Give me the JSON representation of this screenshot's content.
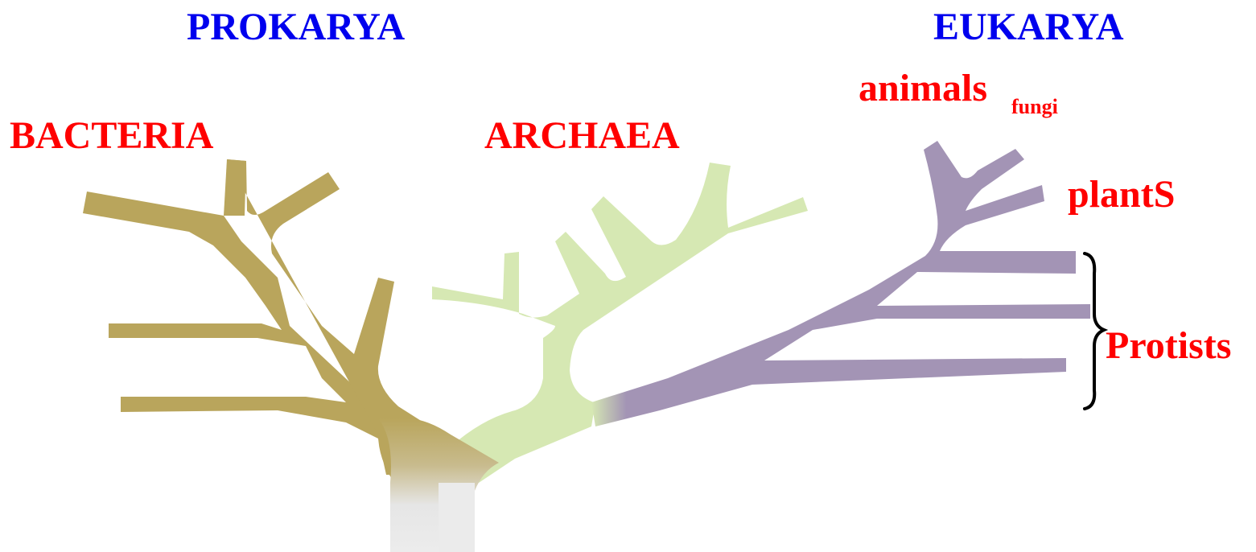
{
  "domains": {
    "prokarya": "PROKARYA",
    "eukarya": "EUKARYA"
  },
  "groups": {
    "bacteria": "BACTERIA",
    "archaea": "ARCHAEA",
    "animals": "animals",
    "fungi": "fungi",
    "plants": "plantS",
    "protists": "Protists"
  },
  "colors": {
    "domain_label": "#0000ee",
    "group_label": "#ff0000",
    "bacteria_branch": "#b9a55c",
    "archaea_branch": "#d6e8b3",
    "eukarya_branch": "#a394b5",
    "trunk": "#e7e7e7",
    "brace": "#000000"
  }
}
